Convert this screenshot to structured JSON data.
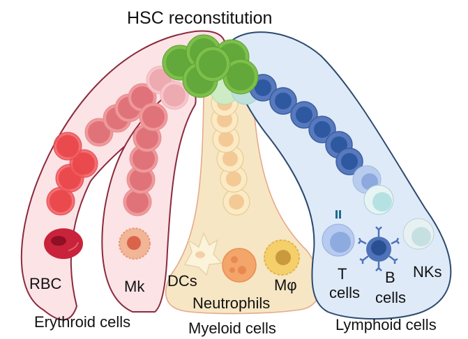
{
  "title": "HSC reconstitution",
  "colors": {
    "hsc_green": "#6db33f",
    "erythroid_envelope_fill": "#fbe3e6",
    "erythroid_envelope_stroke": "#8b2a3e",
    "myeloid_envelope_fill": "#f7e6c4",
    "myeloid_envelope_stroke": "#e5a98a",
    "lymphoid_envelope_fill": "#dfeaf8",
    "lymphoid_envelope_stroke": "#2c4a6e",
    "rbc_red": "#c8233a",
    "progenitor_red": "#e06a6f",
    "lymph_blue": "#4f72b8"
  },
  "lineages": [
    {
      "id": "erythroid",
      "group_label": "Erythroid cells",
      "terminal_cells": [
        {
          "id": "rbc",
          "label": "RBC"
        },
        {
          "id": "mk",
          "label": "Mk"
        }
      ]
    },
    {
      "id": "myeloid",
      "group_label": "Myeloid cells",
      "terminal_cells": [
        {
          "id": "dcs",
          "label": "DCs"
        },
        {
          "id": "neutrophils",
          "label": "Neutrophils"
        },
        {
          "id": "macrophage",
          "label": "Mφ"
        }
      ]
    },
    {
      "id": "lymphoid",
      "group_label": "Lymphoid cells",
      "terminal_cells": [
        {
          "id": "t-cells",
          "label_line1": "T",
          "label_line2": "cells"
        },
        {
          "id": "b-cells",
          "label_line1": "B",
          "label_line2": "cells"
        },
        {
          "id": "nks",
          "label": "NKs"
        }
      ]
    }
  ]
}
